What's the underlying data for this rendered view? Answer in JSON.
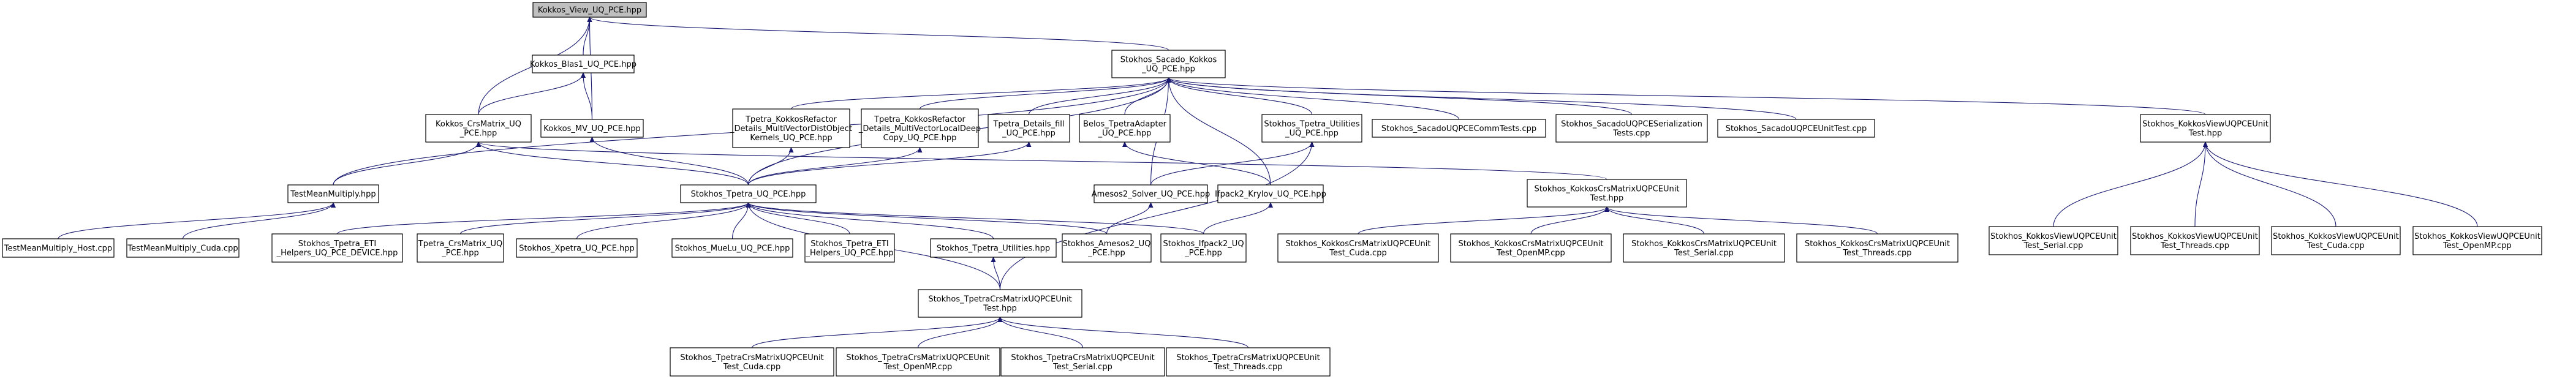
{
  "colors": {
    "node_fill": "#ffffff",
    "root_fill": "#bfbfbf",
    "node_stroke": "#000000",
    "edge": "#191970"
  },
  "nodes": [
    {
      "id": "root",
      "lines": [
        "Kokkos_View_UQ_PCE.hpp"
      ],
      "root": true
    },
    {
      "id": "sacado",
      "lines": [
        "Stokhos_Sacado_Kokkos",
        "_UQ_PCE.hpp"
      ]
    },
    {
      "id": "blas1",
      "lines": [
        "Kokkos_Blas1_UQ_PCE.hpp"
      ]
    },
    {
      "id": "crsmatrix",
      "lines": [
        "Kokkos_CrsMatrix_UQ",
        "_PCE.hpp"
      ]
    },
    {
      "id": "mv",
      "lines": [
        "Kokkos_MV_UQ_PCE.hpp"
      ]
    },
    {
      "id": "refactor_dist",
      "lines": [
        "Tpetra_KokkosRefactor",
        "_Details_MultiVectorDistObject",
        "Kernels_UQ_PCE.hpp"
      ]
    },
    {
      "id": "refactor_deep",
      "lines": [
        "Tpetra_KokkosRefactor",
        "_Details_MultiVectorLocalDeep",
        "Copy_UQ_PCE.hpp"
      ]
    },
    {
      "id": "fill",
      "lines": [
        "Tpetra_Details_fill",
        "_UQ_PCE.hpp"
      ]
    },
    {
      "id": "belos",
      "lines": [
        "Belos_TpetraAdapter",
        "_UQ_PCE.hpp"
      ]
    },
    {
      "id": "tpetra_util",
      "lines": [
        "Stokhos_Tpetra_Utilities",
        "_UQ_PCE.hpp"
      ]
    },
    {
      "id": "commtests",
      "lines": [
        "Stokhos_SacadoUQPCECommTests.cpp"
      ]
    },
    {
      "id": "serial_tests",
      "lines": [
        "Stokhos_SacadoUQPCESerialization",
        "Tests.cpp"
      ]
    },
    {
      "id": "unittest_cpp",
      "lines": [
        "Stokhos_SacadoUQPCEUnitTest.cpp"
      ]
    },
    {
      "id": "kv_hpp",
      "lines": [
        "Stokhos_KokkosViewUQPCEUnit",
        "Test.hpp"
      ]
    },
    {
      "id": "tmm_hpp",
      "lines": [
        "TestMeanMultiply.hpp"
      ]
    },
    {
      "id": "tpetra_uq",
      "lines": [
        "Stokhos_Tpetra_UQ_PCE.hpp"
      ]
    },
    {
      "id": "amesos2",
      "lines": [
        "Amesos2_Solver_UQ_PCE.hpp"
      ]
    },
    {
      "id": "ifpack2_krylov",
      "lines": [
        "Ifpack2_Krylov_UQ_PCE.hpp"
      ]
    },
    {
      "id": "kcrs_hpp",
      "lines": [
        "Stokhos_KokkosCrsMatrixUQPCEUnit",
        "Test.hpp"
      ]
    },
    {
      "id": "kv_serial",
      "lines": [
        "Stokhos_KokkosViewUQPCEUnit",
        "Test_Serial.cpp"
      ]
    },
    {
      "id": "kv_threads",
      "lines": [
        "Stokhos_KokkosViewUQPCEUnit",
        "Test_Threads.cpp"
      ]
    },
    {
      "id": "kv_cuda",
      "lines": [
        "Stokhos_KokkosViewUQPCEUnit",
        "Test_Cuda.cpp"
      ]
    },
    {
      "id": "kv_openmp",
      "lines": [
        "Stokhos_KokkosViewUQPCEUnit",
        "Test_OpenMP.cpp"
      ]
    },
    {
      "id": "tmm_host",
      "lines": [
        "TestMeanMultiply_Host.cpp"
      ]
    },
    {
      "id": "tmm_cuda",
      "lines": [
        "TestMeanMultiply_Cuda.cpp"
      ]
    },
    {
      "id": "eti_device",
      "lines": [
        "Stokhos_Tpetra_ETI",
        "_Helpers_UQ_PCE_DEVICE.hpp"
      ]
    },
    {
      "id": "tpetra_crs",
      "lines": [
        "Tpetra_CrsMatrix_UQ",
        "_PCE.hpp"
      ]
    },
    {
      "id": "xpetra",
      "lines": [
        "Stokhos_Xpetra_UQ_PCE.hpp"
      ]
    },
    {
      "id": "muelu",
      "lines": [
        "Stokhos_MueLu_UQ_PCE.hpp"
      ]
    },
    {
      "id": "eti_helpers",
      "lines": [
        "Stokhos_Tpetra_ETI",
        "_Helpers_UQ_PCE.hpp"
      ]
    },
    {
      "id": "tpetra_utilities",
      "lines": [
        "Stokhos_Tpetra_Utilities.hpp"
      ]
    },
    {
      "id": "amesos2_uq",
      "lines": [
        "Stokhos_Amesos2_UQ",
        "_PCE.hpp"
      ]
    },
    {
      "id": "ifpack2_uq",
      "lines": [
        "Stokhos_Ifpack2_UQ",
        "_PCE.hpp"
      ]
    },
    {
      "id": "kcrs_cuda",
      "lines": [
        "Stokhos_KokkosCrsMatrixUQPCEUnit",
        "Test_Cuda.cpp"
      ]
    },
    {
      "id": "kcrs_openmp",
      "lines": [
        "Stokhos_KokkosCrsMatrixUQPCEUnit",
        "Test_OpenMP.cpp"
      ]
    },
    {
      "id": "kcrs_serial",
      "lines": [
        "Stokhos_KokkosCrsMatrixUQPCEUnit",
        "Test_Serial.cpp"
      ]
    },
    {
      "id": "kcrs_threads",
      "lines": [
        "Stokhos_KokkosCrsMatrixUQPCEUnit",
        "Test_Threads.cpp"
      ]
    },
    {
      "id": "tcrs_hpp",
      "lines": [
        "Stokhos_TpetraCrsMatrixUQPCEUnit",
        "Test.hpp"
      ]
    },
    {
      "id": "tcrs_cuda",
      "lines": [
        "Stokhos_TpetraCrsMatrixUQPCEUnit",
        "Test_Cuda.cpp"
      ]
    },
    {
      "id": "tcrs_openmp",
      "lines": [
        "Stokhos_TpetraCrsMatrixUQPCEUnit",
        "Test_OpenMP.cpp"
      ]
    },
    {
      "id": "tcrs_serial",
      "lines": [
        "Stokhos_TpetraCrsMatrixUQPCEUnit",
        "Test_Serial.cpp"
      ]
    },
    {
      "id": "tcrs_threads",
      "lines": [
        "Stokhos_TpetraCrsMatrixUQPCEUnit",
        "Test_Threads.cpp"
      ]
    }
  ],
  "edges": [
    [
      "blas1",
      "root"
    ],
    [
      "mv",
      "root"
    ],
    [
      "crsmatrix",
      "root"
    ],
    [
      "sacado",
      "root"
    ],
    [
      "mv",
      "blas1"
    ],
    [
      "crsmatrix",
      "blas1"
    ],
    [
      "tmm_hpp",
      "crsmatrix"
    ],
    [
      "tpetra_uq",
      "crsmatrix"
    ],
    [
      "kcrs_hpp",
      "crsmatrix"
    ],
    [
      "tpetra_uq",
      "mv"
    ],
    [
      "refactor_dist",
      "sacado"
    ],
    [
      "refactor_deep",
      "sacado"
    ],
    [
      "fill",
      "sacado"
    ],
    [
      "belos",
      "sacado"
    ],
    [
      "tpetra_util",
      "sacado"
    ],
    [
      "commtests",
      "sacado"
    ],
    [
      "serial_tests",
      "sacado"
    ],
    [
      "unittest_cpp",
      "sacado"
    ],
    [
      "kv_hpp",
      "sacado"
    ],
    [
      "tmm_hpp",
      "sacado"
    ],
    [
      "tpetra_uq",
      "sacado"
    ],
    [
      "amesos2",
      "sacado"
    ],
    [
      "ifpack2_krylov",
      "sacado"
    ],
    [
      "tpetra_uq",
      "refactor_dist"
    ],
    [
      "tpetra_uq",
      "refactor_deep"
    ],
    [
      "tpetra_uq",
      "fill"
    ],
    [
      "ifpack2_krylov",
      "belos"
    ],
    [
      "amesos2",
      "tpetra_util"
    ],
    [
      "tcrs_hpp",
      "tpetra_util"
    ],
    [
      "kv_serial",
      "kv_hpp"
    ],
    [
      "kv_threads",
      "kv_hpp"
    ],
    [
      "kv_cuda",
      "kv_hpp"
    ],
    [
      "kv_openmp",
      "kv_hpp"
    ],
    [
      "tmm_host",
      "tmm_hpp"
    ],
    [
      "tmm_cuda",
      "tmm_hpp"
    ],
    [
      "eti_device",
      "tpetra_uq"
    ],
    [
      "tpetra_crs",
      "tpetra_uq"
    ],
    [
      "xpetra",
      "tpetra_uq"
    ],
    [
      "muelu",
      "tpetra_uq"
    ],
    [
      "eti_helpers",
      "tpetra_uq"
    ],
    [
      "tpetra_utilities",
      "tpetra_uq"
    ],
    [
      "amesos2_uq",
      "tpetra_uq"
    ],
    [
      "ifpack2_uq",
      "tpetra_uq"
    ],
    [
      "tcrs_hpp",
      "tpetra_uq"
    ],
    [
      "amesos2_uq",
      "amesos2"
    ],
    [
      "ifpack2_uq",
      "ifpack2_krylov"
    ],
    [
      "kcrs_cuda",
      "kcrs_hpp"
    ],
    [
      "kcrs_openmp",
      "kcrs_hpp"
    ],
    [
      "kcrs_serial",
      "kcrs_hpp"
    ],
    [
      "kcrs_threads",
      "kcrs_hpp"
    ],
    [
      "tcrs_hpp",
      "tpetra_utilities"
    ],
    [
      "tcrs_cuda",
      "tcrs_hpp"
    ],
    [
      "tcrs_openmp",
      "tcrs_hpp"
    ],
    [
      "tcrs_serial",
      "tcrs_hpp"
    ],
    [
      "tcrs_threads",
      "tcrs_hpp"
    ]
  ]
}
